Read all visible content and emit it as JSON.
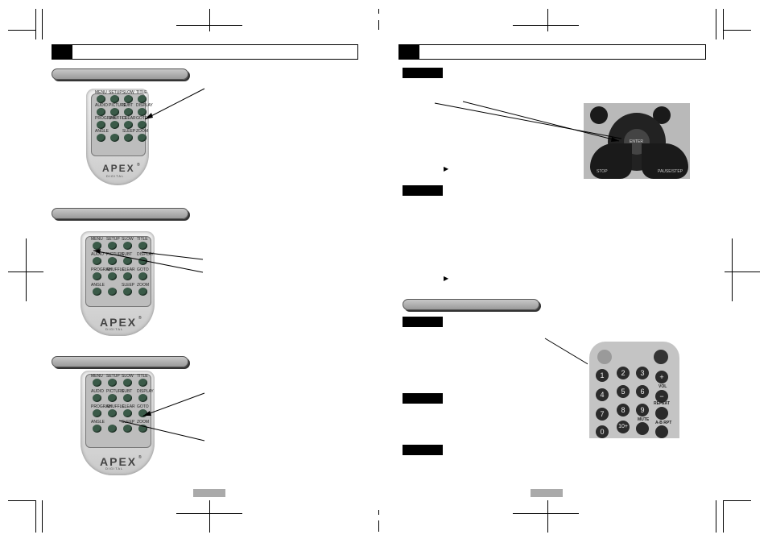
{
  "remote_keys": {
    "row1": [
      "MENU",
      "SETUP",
      "SLOW",
      "TITLE"
    ],
    "row2": [
      "AUDIO",
      "PICTURE",
      "SUBT",
      "DISPLAY"
    ],
    "row3": [
      "PROGRAM",
      "SHUFFLE",
      "CLEAR",
      "GOTO"
    ],
    "row4": [
      "ANGLE",
      "",
      "SLEEP",
      "ZOOM"
    ]
  },
  "brand": {
    "logo": "APEX",
    "sub": "DIGITAL",
    "mark": "®"
  },
  "nav_pad": {
    "center": "ENTER",
    "stop": "STOP",
    "pause": "PAUSE/STEP"
  },
  "numpad": {
    "digits": [
      "1",
      "2",
      "3",
      "4",
      "5",
      "6",
      "7",
      "8",
      "9",
      "0",
      "10+"
    ],
    "labels": {
      "vol": "VOL",
      "repeat": "REPEAT",
      "mute": "MUTE",
      "abrpt": "A-B RPT"
    }
  },
  "arrow_glyph": "▶"
}
